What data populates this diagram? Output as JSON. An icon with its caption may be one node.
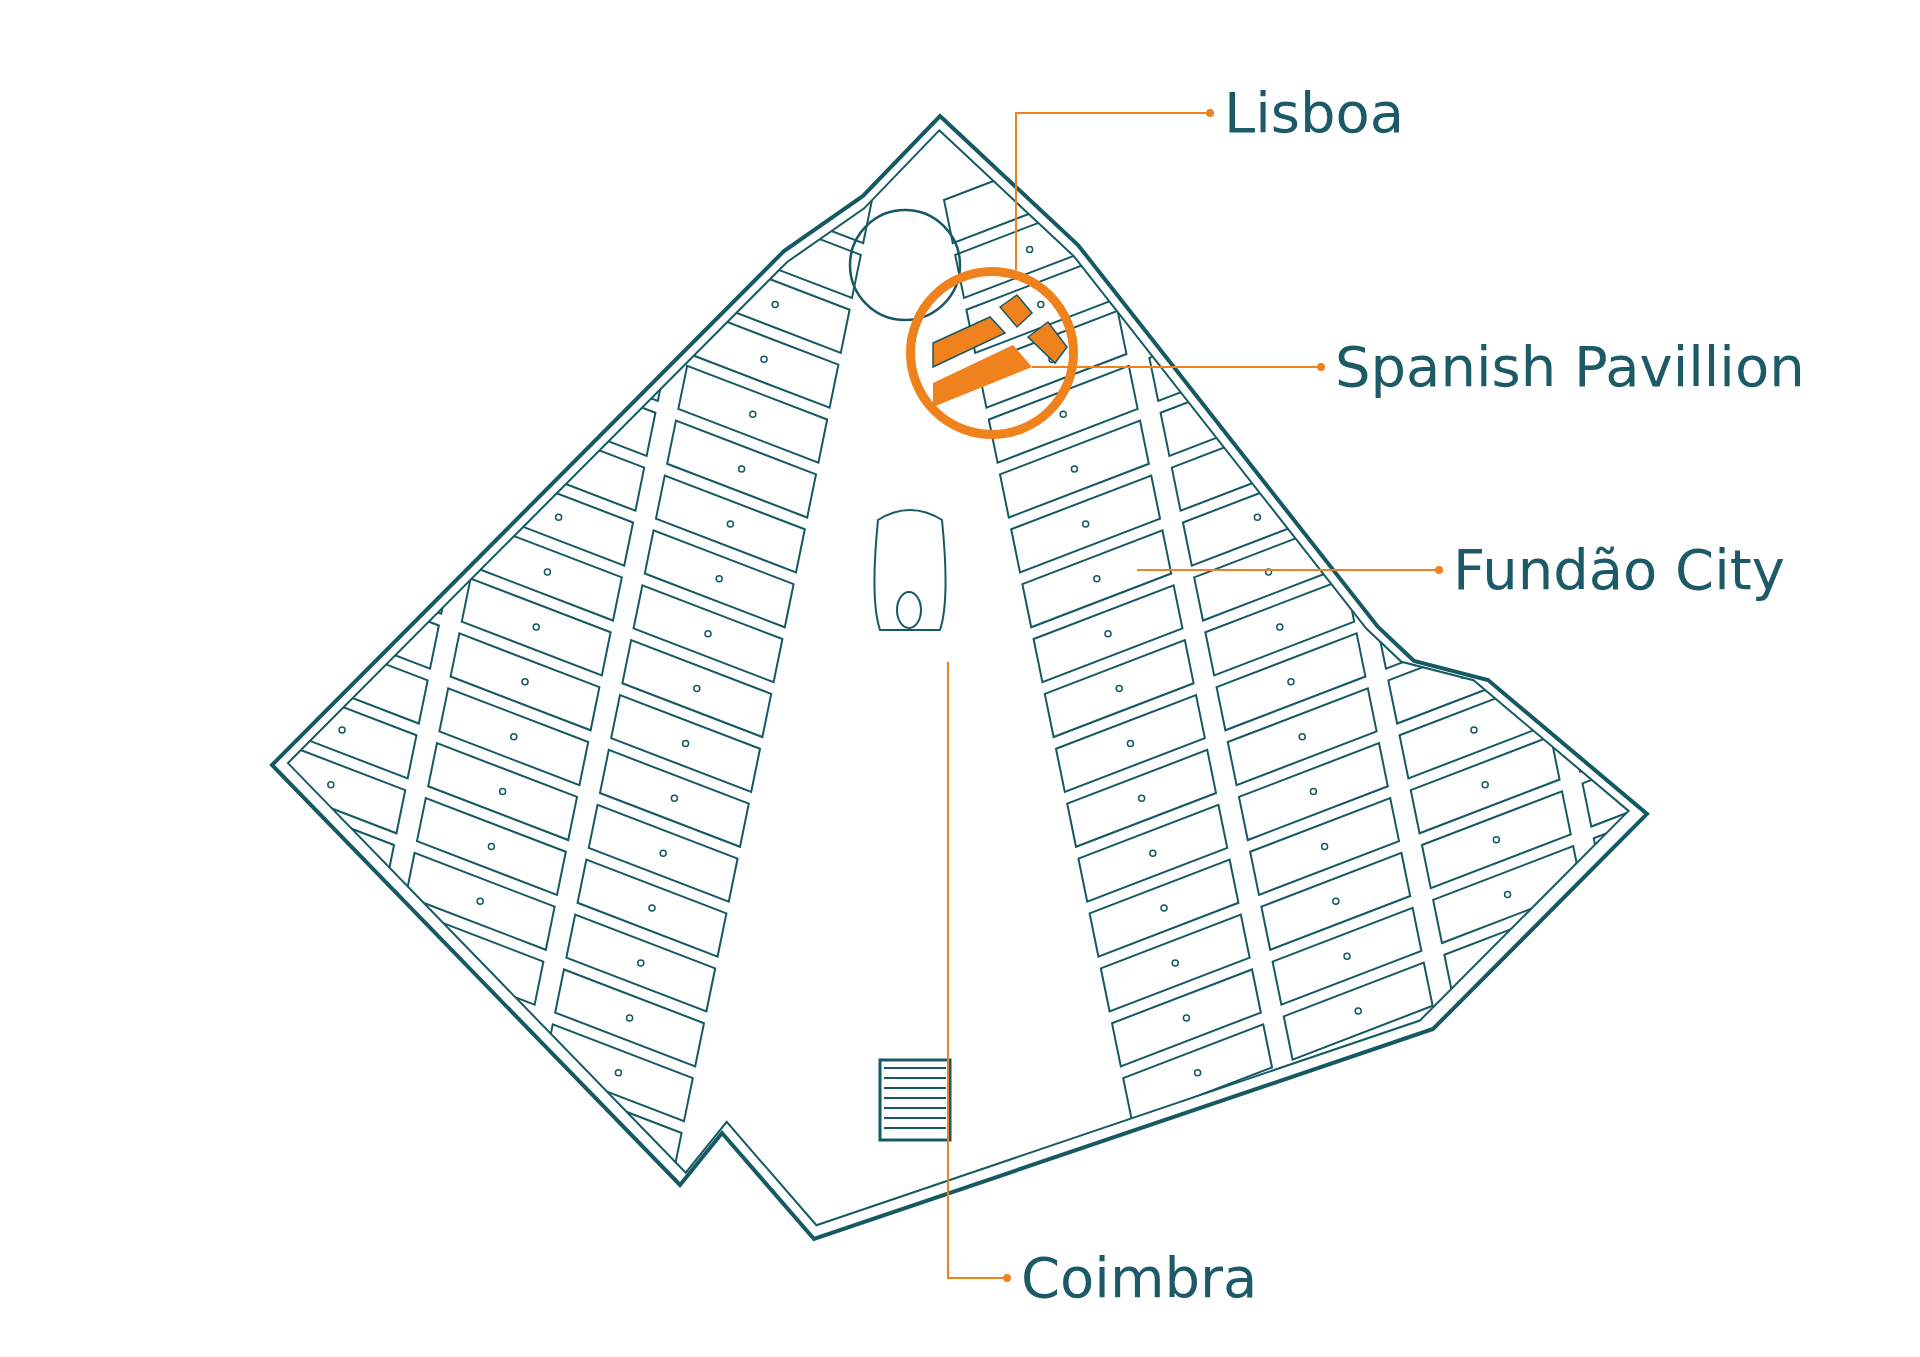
{
  "diagram": {
    "nodes": [
      {
        "text": [
          "Lisboa"
        ]
      },
      {
        "text": [
          "Spanish Pavillion"
        ]
      },
      {
        "text": [
          "Fundão City"
        ]
      },
      {
        "text": [
          "Coimbra"
        ]
      },
      {
        "text": [],
        "shape": "circle"
      },
      {
        "text": [],
        "shape": "box",
        "in": 4
      }
    ],
    "edges": [
      {
        "from": 0,
        "to": 4,
        "arrow": "other"
      },
      {
        "from": 1,
        "to": 5,
        "arrow": "other"
      },
      {
        "from": 2,
        "to": null,
        "arrow": "other"
      },
      {
        "from": 3,
        "to": null,
        "arrow": "other"
      }
    ]
  }
}
